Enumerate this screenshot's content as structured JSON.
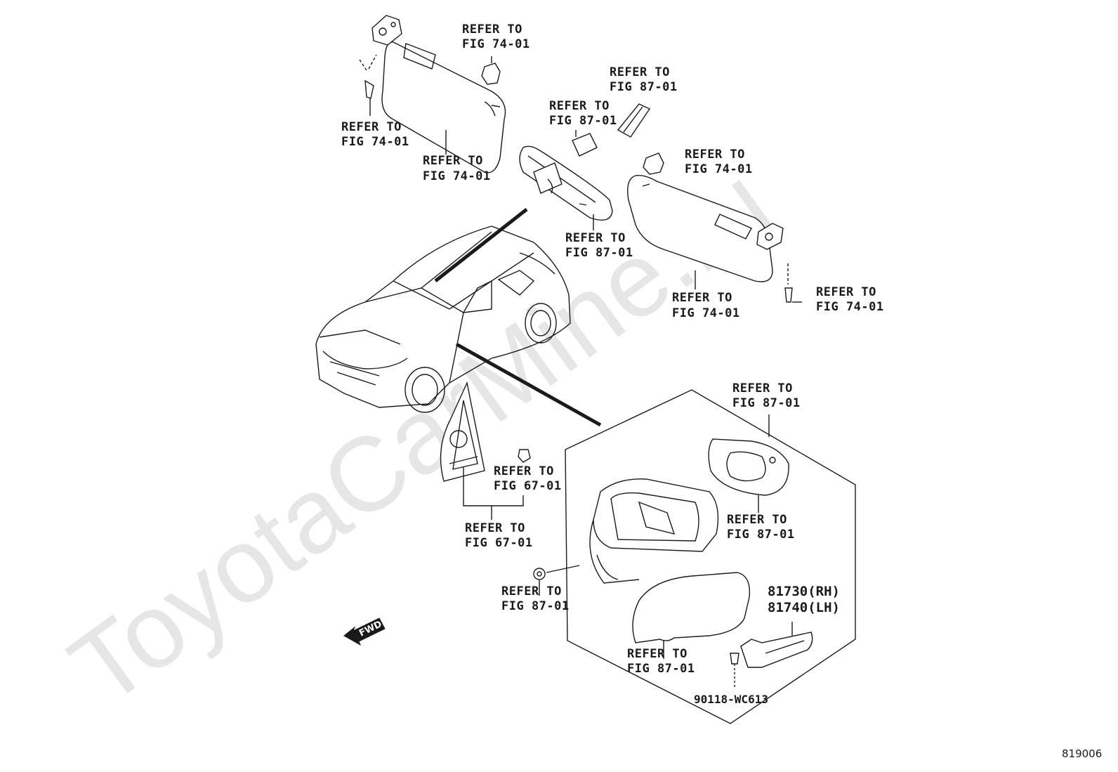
{
  "watermark": "ToyotaCarMine.ru",
  "figure_number": "819006",
  "callouts": [
    {
      "line1": "REFER TO",
      "line2": "FIG 74-01"
    },
    {
      "line1": "REFER TO",
      "line2": "FIG 74-01"
    },
    {
      "line1": "REFER TO",
      "line2": "FIG 74-01"
    },
    {
      "line1": "REFER TO",
      "line2": "FIG 87-01"
    },
    {
      "line1": "REFER TO",
      "line2": "FIG 87-01"
    },
    {
      "line1": "REFER TO",
      "line2": "FIG 87-01"
    },
    {
      "line1": "REFER TO",
      "line2": "FIG 74-01"
    },
    {
      "line1": "REFER TO",
      "line2": "FIG 74-01"
    },
    {
      "line1": "REFER TO",
      "line2": "FIG 74-01"
    },
    {
      "line1": "REFER TO",
      "line2": "FIG 87-01"
    },
    {
      "line1": "REFER TO",
      "line2": "FIG 87-01"
    },
    {
      "line1": "REFER TO",
      "line2": "FIG 67-01"
    },
    {
      "line1": "REFER TO",
      "line2": "FIG 67-01"
    },
    {
      "line1": "REFER TO",
      "line2": "FIG 87-01"
    },
    {
      "line1": "REFER TO",
      "line2": "FIG 87-01"
    }
  ],
  "part_numbers": {
    "rh": "81730(RH)",
    "lh": "81740(LH)",
    "screw": "90118-WC613"
  },
  "fwd_label": "FWD"
}
